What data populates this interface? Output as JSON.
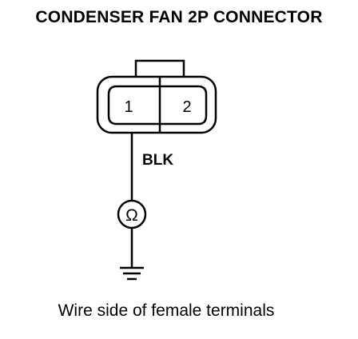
{
  "title": "CONDENSER FAN 2P CONNECTOR",
  "connector": {
    "terminals": [
      "1",
      "2"
    ]
  },
  "wire": {
    "color_code": "BLK"
  },
  "meter": {
    "symbol": "Ω",
    "name": "ohmmeter-icon"
  },
  "ground": {
    "name": "ground-icon"
  },
  "caption": "Wire side of female terminals",
  "colors": {
    "ink": "#000000",
    "background": "#ffffff"
  }
}
